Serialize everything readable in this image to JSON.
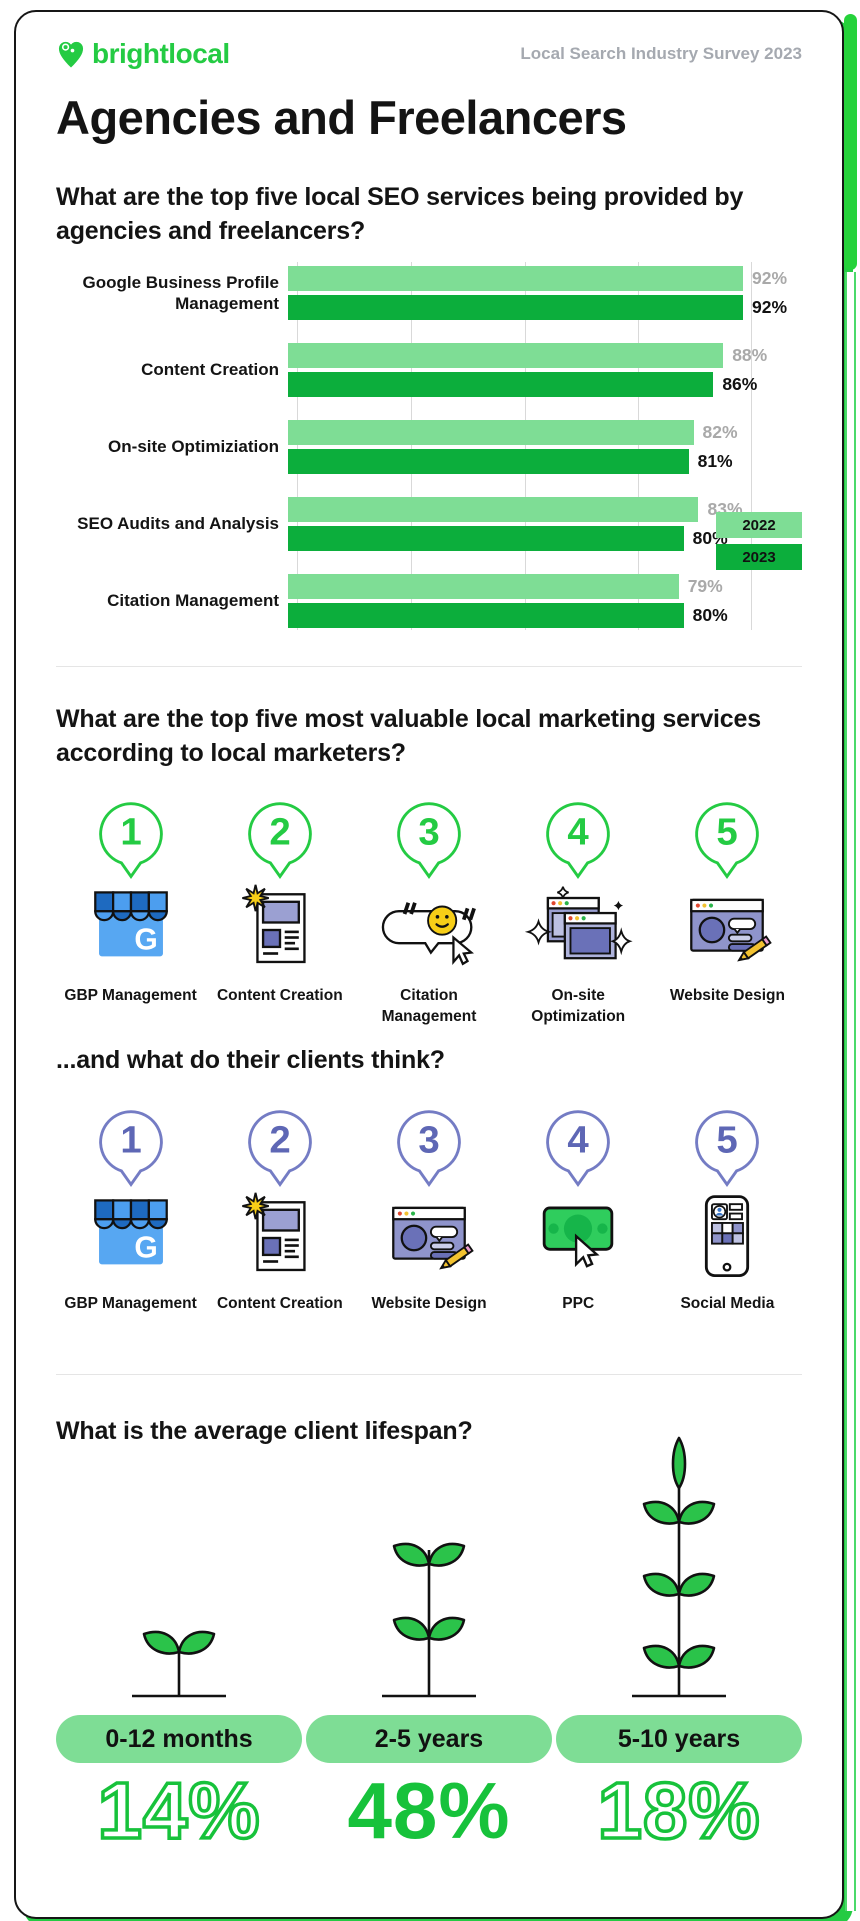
{
  "header": {
    "logo_text": "brightlocal",
    "survey_label": "Local Search Industry Survey 2023"
  },
  "title": "Agencies and Freelancers",
  "sections": {
    "services": {
      "question": "What are the top five local SEO services being provided by agencies and freelancers?"
    },
    "valuable": {
      "question": "What are the top five most valuable local marketing services according to local marketers?",
      "items": [
        {
          "rank": "1",
          "label": "GBP Management",
          "icon": "google-storefront-icon"
        },
        {
          "rank": "2",
          "label": "Content Creation",
          "icon": "content-page-icon"
        },
        {
          "rank": "3",
          "label": "Citation Management",
          "icon": "citation-bubble-icon"
        },
        {
          "rank": "4",
          "label": "On-site Optimization",
          "icon": "browser-windows-icon"
        },
        {
          "rank": "5",
          "label": "Website Design",
          "icon": "website-pencil-icon"
        }
      ]
    },
    "clients": {
      "question": "...and what do their clients think?",
      "items": [
        {
          "rank": "1",
          "label": "GBP Management",
          "icon": "google-storefront-icon"
        },
        {
          "rank": "2",
          "label": "Content Creation",
          "icon": "content-page-icon"
        },
        {
          "rank": "3",
          "label": "Website Design",
          "icon": "website-pencil-icon"
        },
        {
          "rank": "4",
          "label": "PPC",
          "icon": "money-cursor-icon"
        },
        {
          "rank": "5",
          "label": "Social Media",
          "icon": "social-phone-icon"
        }
      ]
    },
    "lifespan": {
      "question": "What is the average client lifespan?",
      "items": [
        {
          "range": "0-12 months",
          "value": "14%",
          "emphasis": "outline",
          "plant_size": "small"
        },
        {
          "range": "2-5 years",
          "value": "48%",
          "emphasis": "solid",
          "plant_size": "medium"
        },
        {
          "range": "5-10 years",
          "value": "18%",
          "emphasis": "outline",
          "plant_size": "large"
        }
      ]
    }
  },
  "chart_data": {
    "type": "bar",
    "orientation": "horizontal",
    "title": "Top five local SEO services provided by agencies and freelancers",
    "categories": [
      "Google Business Profile Management",
      "Content Creation",
      "On-site Optimiziation",
      "SEO Audits and Analysis",
      "Citation Management"
    ],
    "series": [
      {
        "name": "2022",
        "values": [
          92,
          88,
          82,
          83,
          79
        ],
        "color": "#7EDD95",
        "value_color": "#A9A9A9"
      },
      {
        "name": "2023",
        "values": [
          92,
          86,
          81,
          80,
          80
        ],
        "color": "#0CAE3C",
        "value_color": "#121212"
      }
    ],
    "value_suffix": "%",
    "xlim": [
      0,
      92
    ],
    "gridline_count": 5,
    "grid": true,
    "legend_position": "right"
  },
  "colors": {
    "brand_green": "#24CB43",
    "bar_2022": "#7EDD95",
    "bar_2023": "#0CAE3C",
    "pill_green": "#7EDD95",
    "percent_green": "#17C23B",
    "rank_purple": "#747CC4",
    "divider": "#E5E5E5",
    "muted_text": "#A5A9B0"
  }
}
